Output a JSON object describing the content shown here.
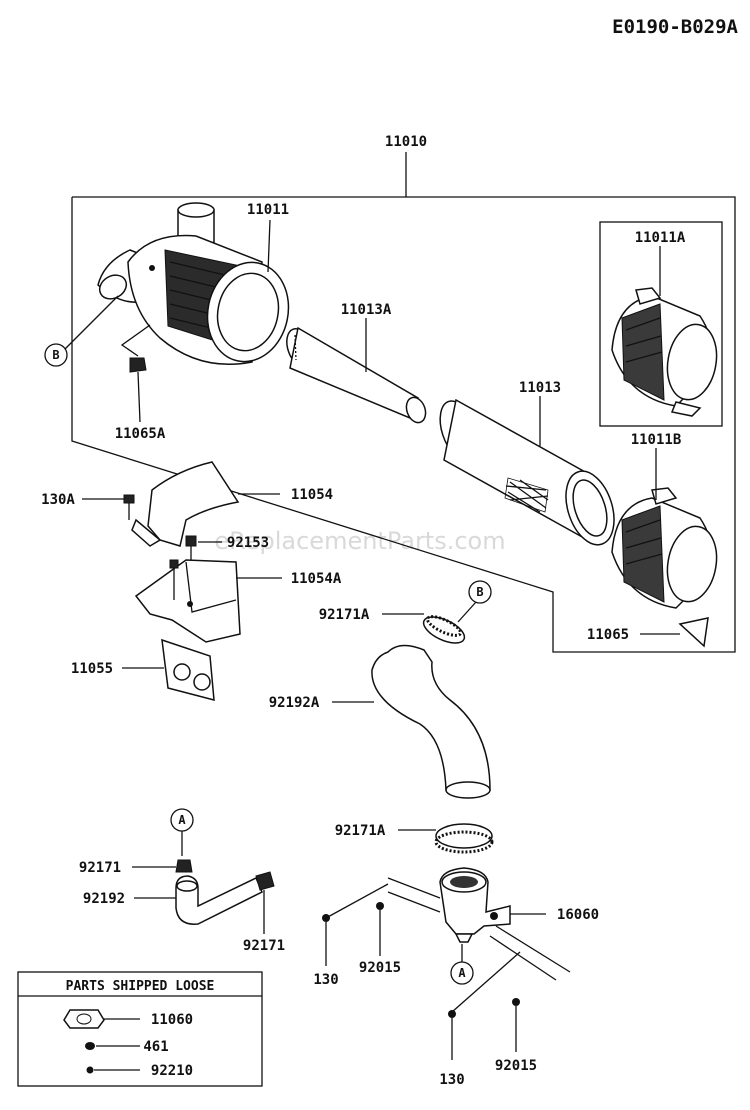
{
  "diagram_code": "E0190-B029A",
  "watermark": "eReplacementParts.com",
  "labels": {
    "p11010": "11010",
    "p11011": "11011",
    "p11011a": "11011A",
    "p11011b": "11011B",
    "p11013a": "11013A",
    "p11013": "11013",
    "p11065a": "11065A",
    "p11065": "11065",
    "p130a": "130A",
    "p11054": "11054",
    "p92153": "92153",
    "p11054a": "11054A",
    "p92171a_top": "92171A",
    "p11055": "11055",
    "p92192a": "92192A",
    "p92171a_bot": "92171A",
    "p16060": "16060",
    "p92171_left": "92171",
    "p92192": "92192",
    "p92171_right": "92171",
    "p130_left": "130",
    "p92015": "92015",
    "p130_bottom": "130",
    "p92015_bottom": "92015"
  },
  "callouts": {
    "b_left": "B",
    "b_right": "B",
    "a_top": "A",
    "a_bottom": "A"
  },
  "parts_shipped_loose": {
    "title": "PARTS SHIPPED LOOSE",
    "items": [
      "11060",
      "461",
      "92210"
    ]
  }
}
